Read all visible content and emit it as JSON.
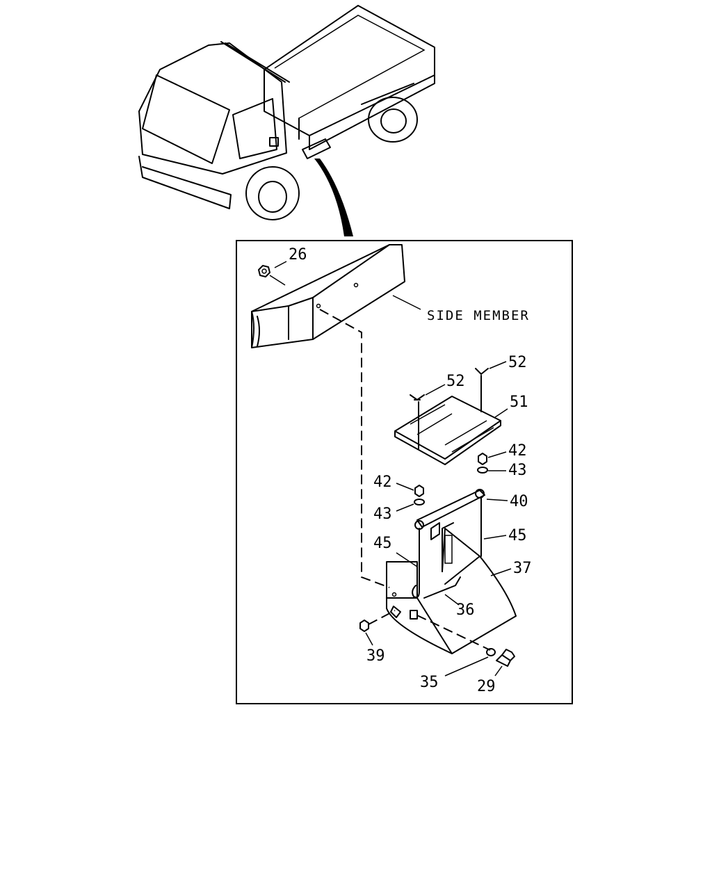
{
  "diagram": {
    "side_member_label": "SIDE MEMBER",
    "callouts": {
      "c26": "26",
      "c52a": "52",
      "c52b": "52",
      "c51": "51",
      "c42a": "42",
      "c43a": "43",
      "c42b": "42",
      "c43b": "43",
      "c40": "40",
      "c45a": "45",
      "c45b": "45",
      "c37": "37",
      "c36": "36",
      "c39": "39",
      "c35": "35",
      "c29": "29"
    }
  }
}
